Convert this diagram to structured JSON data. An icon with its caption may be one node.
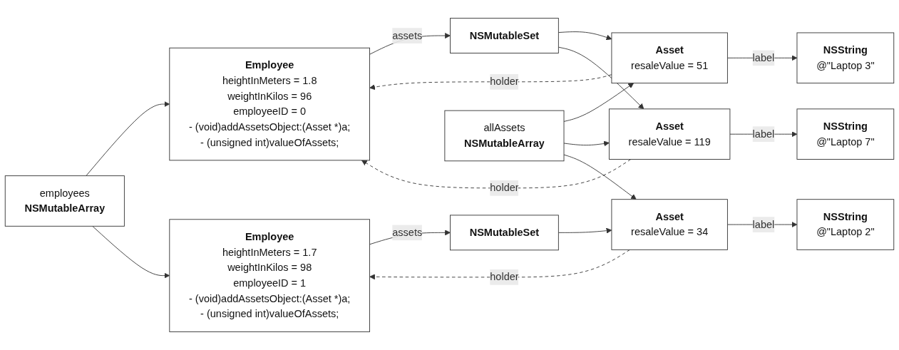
{
  "diagram": {
    "nodes": [
      {
        "text": [
          "employees",
          "NSMutableArray"
        ]
      },
      {
        "text": [
          "Employee",
          "heightInMeters = 1.8",
          "weightInKilos = 96",
          "employeeID = 0",
          "- (void)addAssetsObject:(Asset *)a;",
          "- (unsigned int)valueOfAssets;"
        ]
      },
      {
        "text": [
          "Employee",
          "heightInMeters = 1.7",
          "weightInKilos = 98",
          "employeeID = 1",
          "- (void)addAssetsObject:(Asset *)a;",
          "- (unsigned int)valueOfAssets;"
        ]
      },
      {
        "text": [
          "NSMutableSet"
        ]
      },
      {
        "text": [
          "NSMutableSet"
        ]
      },
      {
        "text": [
          "Asset",
          "resaleValue = 51"
        ]
      },
      {
        "text": [
          "Asset",
          "resaleValue = 119"
        ]
      },
      {
        "text": [
          "Asset",
          "resaleValue = 34"
        ]
      },
      {
        "text": [
          "NSString",
          "@\"Laptop 3\""
        ]
      },
      {
        "text": [
          "NSString",
          "@\"Laptop 7\""
        ]
      },
      {
        "text": [
          "NSString",
          "@\"Laptop 2\""
        ]
      },
      {
        "text": [
          "allAssets",
          "NSMutableArray"
        ]
      }
    ],
    "edges": [
      {
        "from": 0,
        "to": 1,
        "arrow": "to"
      },
      {
        "from": 0,
        "to": 2,
        "arrow": "to"
      },
      {
        "from": 1,
        "to": 3,
        "arrow": "to",
        "label": "assets"
      },
      {
        "from": 2,
        "to": 4,
        "arrow": "to",
        "label": "assets"
      },
      {
        "from": 3,
        "to": 5,
        "arrow": "to"
      },
      {
        "from": 3,
        "to": 6,
        "arrow": "to"
      },
      {
        "from": 4,
        "to": 7,
        "arrow": "to"
      },
      {
        "from": 5,
        "to": 8,
        "arrow": "to",
        "label": "label"
      },
      {
        "from": 6,
        "to": 9,
        "arrow": "to",
        "label": "label"
      },
      {
        "from": 7,
        "to": 10,
        "arrow": "to",
        "label": "label"
      },
      {
        "from": 5,
        "to": 1,
        "arrow": "to",
        "label": "holder",
        "style": "dashed"
      },
      {
        "from": 6,
        "to": 1,
        "arrow": "to",
        "label": "holder",
        "style": "dashed"
      },
      {
        "from": 7,
        "to": 2,
        "arrow": "to",
        "label": "holder",
        "style": "dashed"
      },
      {
        "from": 11,
        "to": 5,
        "arrow": "to"
      },
      {
        "from": 11,
        "to": 6,
        "arrow": "to"
      },
      {
        "from": 11,
        "to": 7,
        "arrow": "to"
      }
    ]
  }
}
